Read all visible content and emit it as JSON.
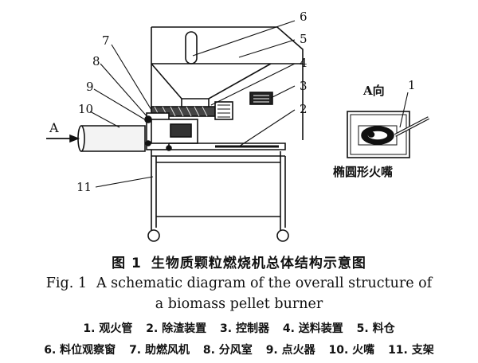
{
  "diagram": {
    "callouts": [
      "1",
      "2",
      "3",
      "4",
      "5",
      "6",
      "7",
      "8",
      "9",
      "10",
      "11"
    ],
    "arrow_label": "A",
    "view_label": "A向",
    "nozzle_caption": "椭圆形火嘴"
  },
  "caption": {
    "cn_fig": "图 1",
    "cn_title": "生物质颗粒燃烧机总体结构示意图",
    "en_fig": "Fig. 1",
    "en_title_line1": "A schematic diagram of the overall structure of",
    "en_title_line2": "a biomass pellet burner"
  },
  "legend": {
    "row1": [
      "1. 观火管",
      "2. 除渣装置",
      "3. 控制器",
      "4. 送料装置",
      "5. 料仓"
    ],
    "row2": [
      "6. 料位观察窗",
      "7. 助燃风机",
      "8. 分风室",
      "9. 点火器",
      "10. 火嘴",
      "11. 支架"
    ]
  }
}
